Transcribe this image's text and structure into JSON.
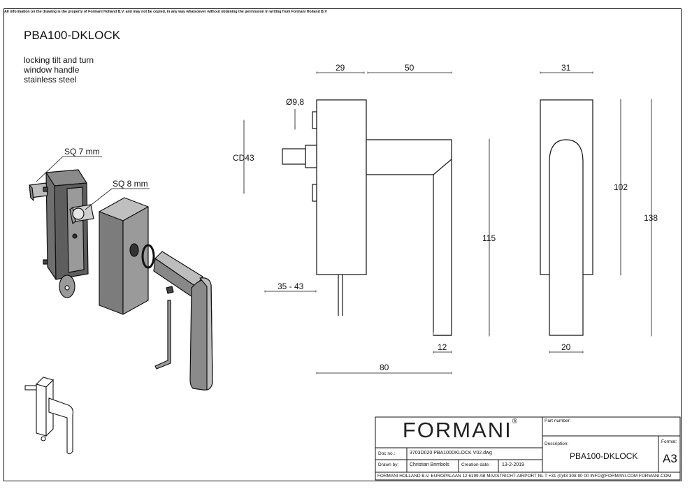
{
  "disclaimer": "All information on the drawing is the property of Formani Holland B.V. and may not be copied, in any way whatsoever without obtaining the permission in writing from Formani Holland B.V",
  "title": "PBA100-DKLOCK",
  "description": [
    "locking tilt and turn",
    "window handle",
    "stainless steel"
  ],
  "callouts": {
    "sq7": "SQ 7 mm",
    "sq8": "SQ 8 mm"
  },
  "dimensions": {
    "d29": "29",
    "d50": "50",
    "d31": "31",
    "d9_8": "Ø9,8",
    "cd43": "CD43",
    "d115": "115",
    "d102": "102",
    "d138": "138",
    "d35_43": "35 - 43",
    "d12": "12",
    "d20": "20",
    "d80": "80"
  },
  "title_block": {
    "logo": "FORMANI",
    "logo_mark": "®",
    "part_number_label": "Part number:",
    "description_label": "Description:",
    "description_value": "PBA100-DKLOCK",
    "format_label": "Format:",
    "format_value": "A3",
    "doc_no_label": "Doc no.:",
    "doc_no_value": "3703D020 PBA100DKLOCK V02.dwg",
    "drawn_by_label": "Drawn by:",
    "drawn_by_value": "Christian Brimbols",
    "creation_date_label": "Creation date:",
    "creation_date_value": "13-2-2019",
    "footer": "FORMANI HOLLAND B.V.  EUROPALAAN 12  6199 AB MAASTRICHT-AIRPORT NL  T +31 (0)43 308 90 00 INFO@FORMANI.COM FORMANI.COM"
  }
}
